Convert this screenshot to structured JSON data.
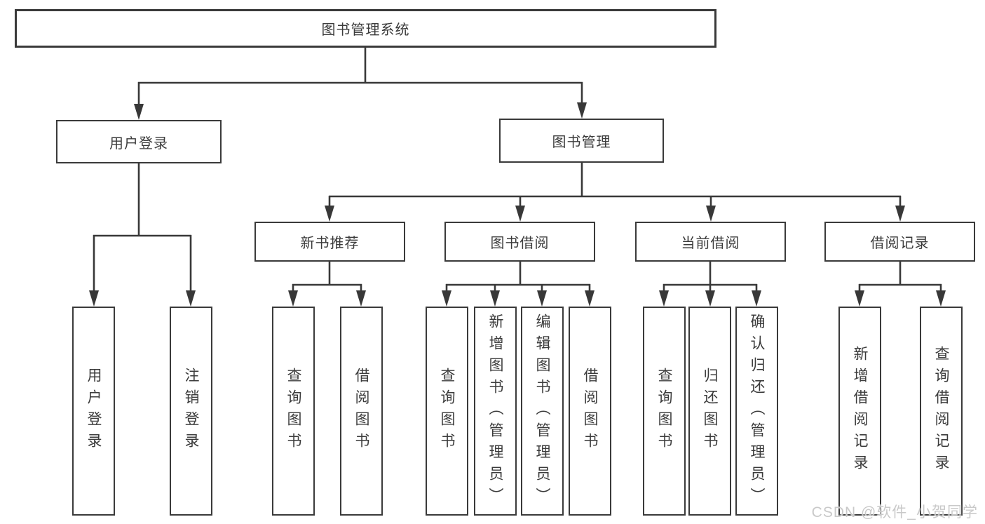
{
  "tree": {
    "root": {
      "label": "图书管理系统",
      "children": [
        {
          "label": "用户登录",
          "children": [
            {
              "label": "用户登录"
            },
            {
              "label": "注销登录"
            }
          ]
        },
        {
          "label": "图书管理",
          "children": [
            {
              "label": "新书推荐",
              "children": [
                {
                  "label": "查询图书"
                },
                {
                  "label": "借阅图书"
                }
              ]
            },
            {
              "label": "图书借阅",
              "children": [
                {
                  "label": "查询图书"
                },
                {
                  "label": "新增图书（管理员）"
                },
                {
                  "label": "编辑图书（管理员）"
                },
                {
                  "label": "借阅图书"
                }
              ]
            },
            {
              "label": "当前借阅",
              "children": [
                {
                  "label": "查询图书"
                },
                {
                  "label": "归还图书"
                },
                {
                  "label": "确认归还（管理员）"
                }
              ]
            },
            {
              "label": "借阅记录",
              "children": [
                {
                  "label": "新增借阅记录"
                },
                {
                  "label": "查询借阅记录"
                }
              ]
            }
          ]
        }
      ]
    }
  },
  "watermark": {
    "text": "CSDN @软件_小贺同学"
  },
  "colors": {
    "line": "#383838",
    "text": "#3b3b3b",
    "background": "#ffffff",
    "watermark": "#c9c9c9"
  }
}
